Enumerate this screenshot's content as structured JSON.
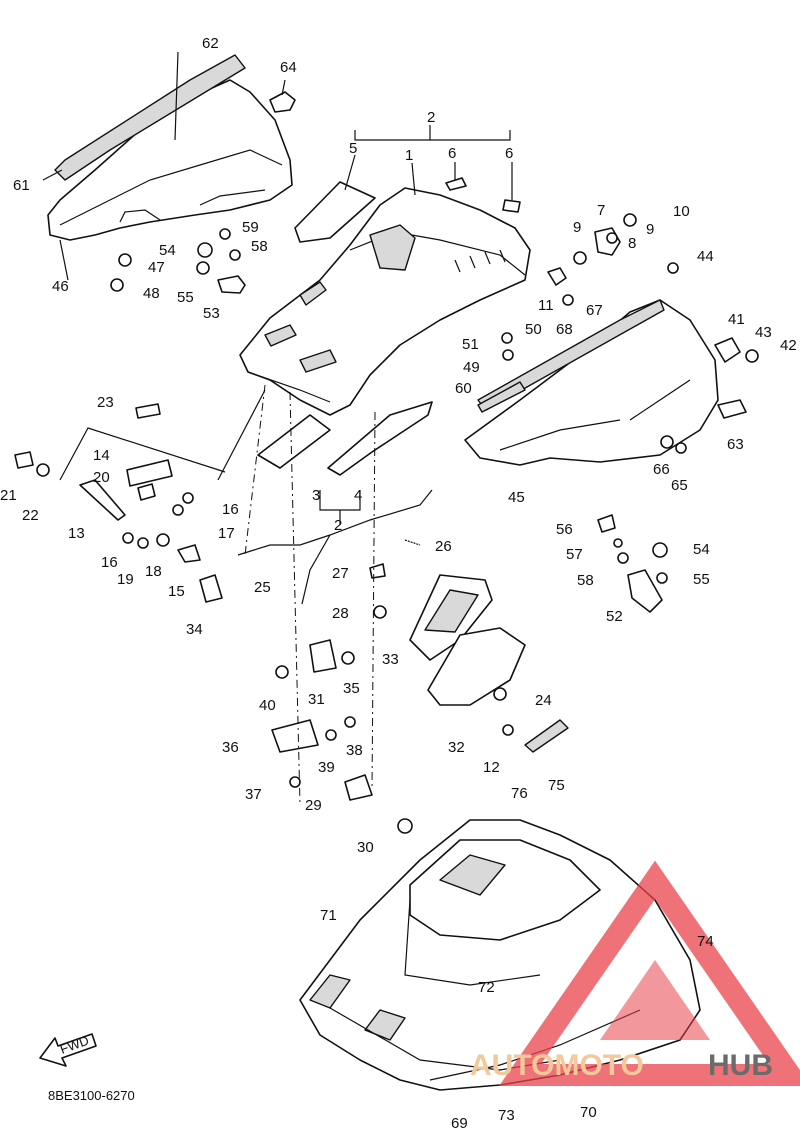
{
  "diagram_code": "8BE3100-6270",
  "fwd_label": "FWD",
  "watermark": {
    "part1": "AUTOMOTO",
    "part2": "HUB",
    "color_accent": "#e8434a",
    "color_text1": "#f3c89a",
    "color_text2": "#6b6b6b"
  },
  "labels": [
    "1",
    "2",
    "3",
    "4",
    "5",
    "6",
    "6",
    "7",
    "8",
    "9",
    "9",
    "10",
    "11",
    "12",
    "13",
    "14",
    "15",
    "16",
    "16",
    "17",
    "18",
    "19",
    "20",
    "21",
    "22",
    "23",
    "24",
    "25",
    "26",
    "27",
    "28",
    "29",
    "30",
    "31",
    "32",
    "33",
    "34",
    "35",
    "36",
    "37",
    "38",
    "39",
    "40",
    "41",
    "42",
    "43",
    "44",
    "45",
    "46",
    "47",
    "48",
    "49",
    "50",
    "51",
    "52",
    "53",
    "54",
    "54",
    "55",
    "55",
    "56",
    "57",
    "58",
    "58",
    "59",
    "60",
    "61",
    "62",
    "63",
    "64",
    "65",
    "66",
    "67",
    "68",
    "69",
    "70",
    "71",
    "72",
    "73",
    "74",
    "75",
    "76",
    "2"
  ]
}
